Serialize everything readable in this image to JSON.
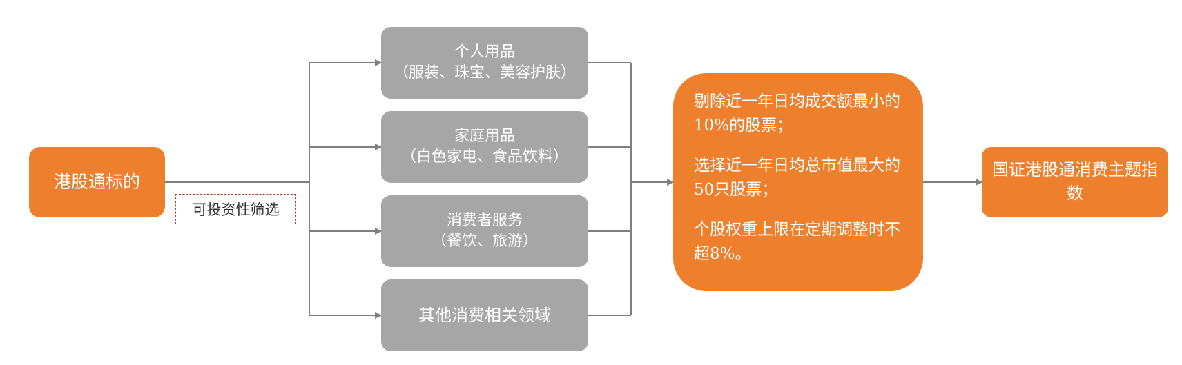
{
  "start": {
    "label": "港股通标的"
  },
  "filter": {
    "label": "可投资性筛选"
  },
  "categories": [
    {
      "line1": "个人用品",
      "line2": "（服装、珠宝、美容护肤）"
    },
    {
      "line1": "家庭用品",
      "line2": "（白色家电、食品饮料）"
    },
    {
      "line1": "消费者服务",
      "line2": "（餐饮、旅游）"
    },
    {
      "line1": "其他消费相关领域",
      "line2": ""
    }
  ],
  "rules": [
    "剔除近一年日均成交额最小的10%的股票；",
    "选择近一年日均总市值最大的50只股票；",
    "个股权重上限在定期调整时不超8%。"
  ],
  "end": {
    "label": "国证港股通消费主题指数"
  },
  "colors": {
    "orange": "#ee7f2d",
    "gray": "#a6a6a6",
    "line": "#7f7f7f",
    "dashed_border": "#c0392b"
  }
}
